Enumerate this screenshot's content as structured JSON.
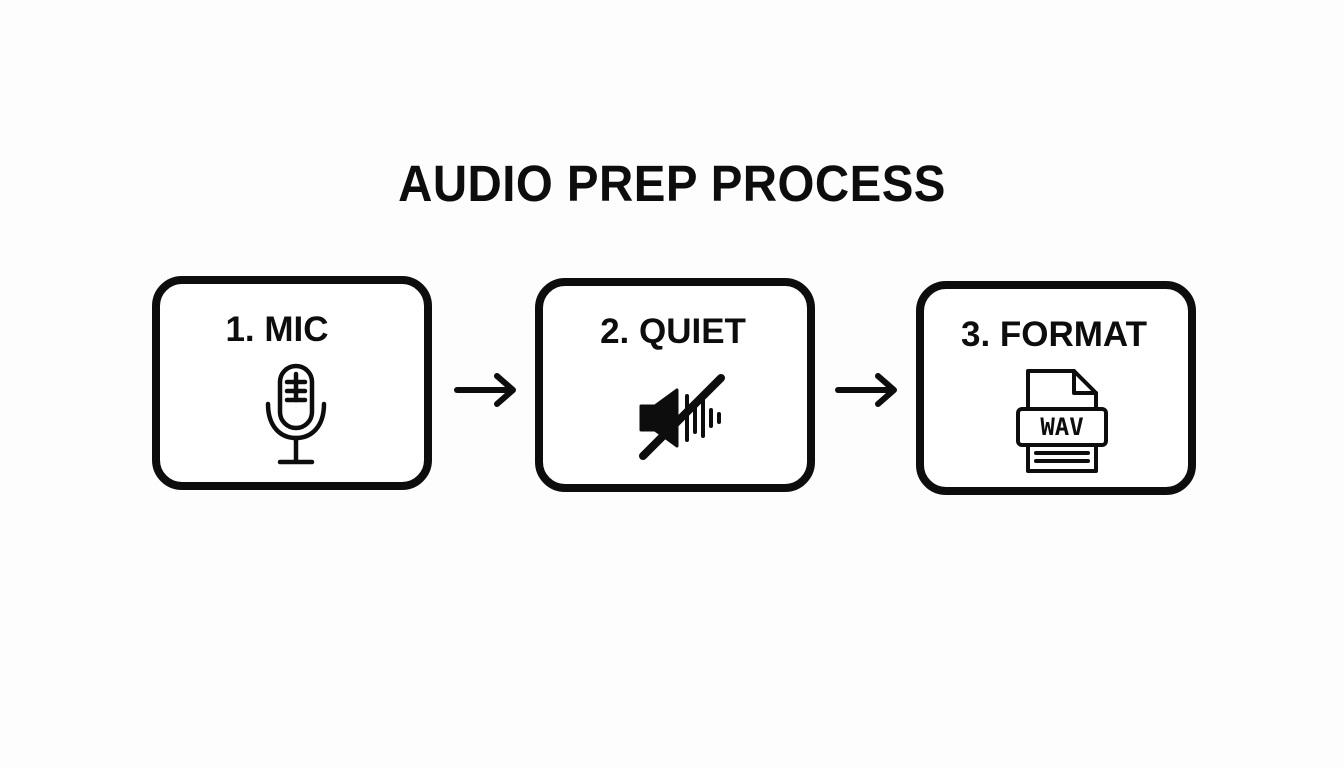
{
  "title": "AUDIO PREP PROCESS",
  "steps": [
    {
      "label": "1. MIC",
      "icon": "microphone-icon"
    },
    {
      "label": "2. QUIET",
      "icon": "sound-off-icon"
    },
    {
      "label": "3. FORMAT",
      "icon": "wav-file-icon",
      "file_badge": "WAV"
    }
  ],
  "arrows": [
    "arrow-right-icon",
    "arrow-right-icon"
  ],
  "colors": {
    "stroke": "#0d0d0d",
    "background": "#fdfdfd"
  }
}
